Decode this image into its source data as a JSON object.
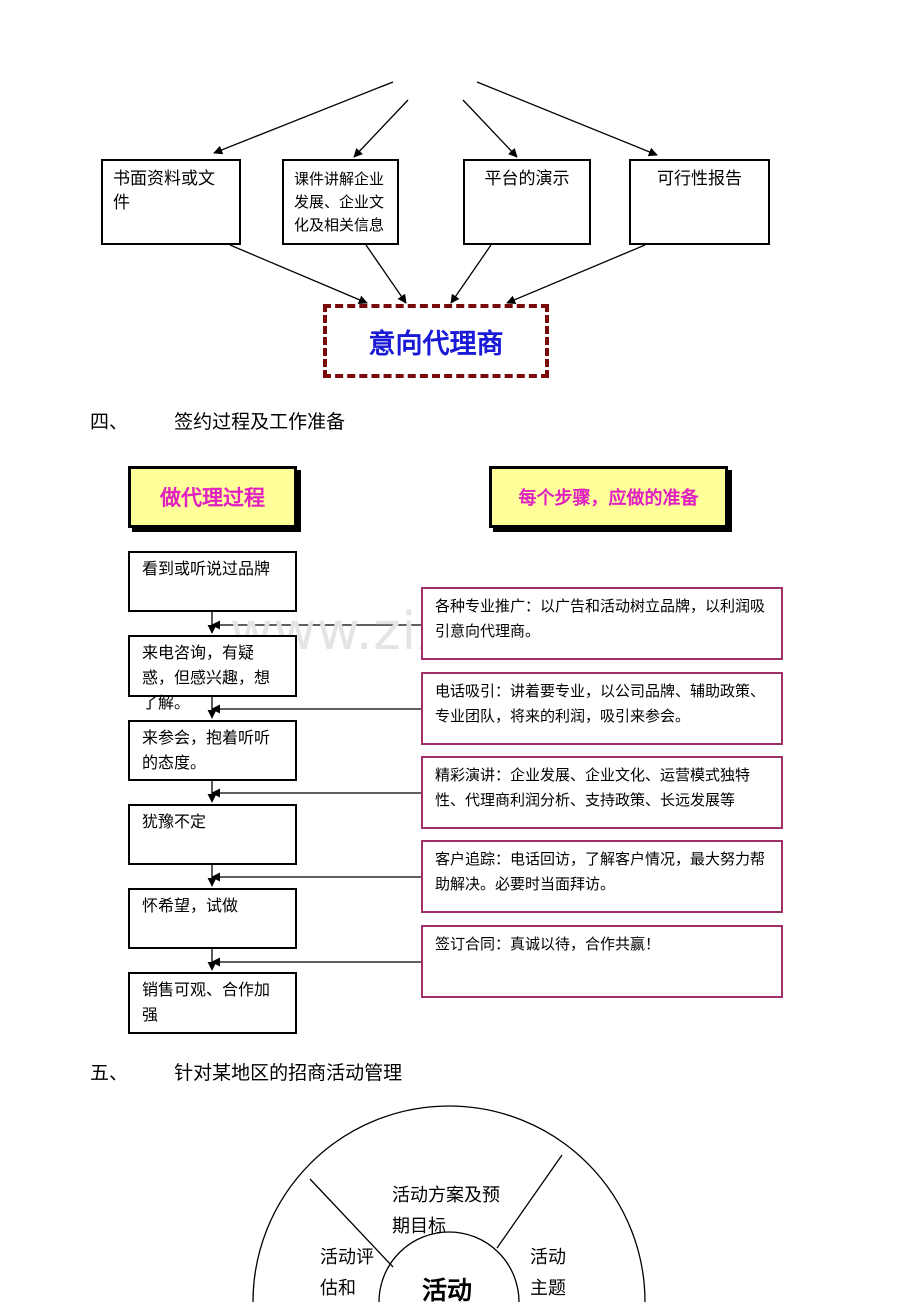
{
  "top_diagram": {
    "materials": [
      {
        "label": "书面资料或文件"
      },
      {
        "label": "课件讲解企业发展、企业文化及相关信息"
      },
      {
        "label": "平台的演示"
      },
      {
        "label": "可行性报告"
      }
    ],
    "target": "意向代理商"
  },
  "section4": {
    "number": "四、",
    "title": "签约过程及工作准备",
    "left_header": "做代理过程",
    "right_header": "每个步骤，应做的准备",
    "steps": [
      "看到或听说过品牌",
      "来电咨询，有疑惑，但感兴趣，想了解。",
      "来参会，抱着听听的态度。",
      "犹豫不定",
      "怀希望，试做",
      "销售可观、合作加强"
    ],
    "preparations": [
      "各种专业推广：以广告和活动树立品牌，以利润吸引意向代理商。",
      "电话吸引：讲着要专业，以公司品牌、辅助政策、专业团队，将来的利润，吸引来参会。",
      "精彩演讲：企业发展、企业文化、运营模式独特性、代理商利润分析、支持政策、长远发展等",
      "客户追踪：电话回访，了解客户情况，最大努力帮助解决。必要时当面拜访。",
      "签订合同：真诚以待，合作共赢！"
    ]
  },
  "watermark": "www.zixin.com.cn",
  "section5": {
    "number": "五、",
    "title": "针对某地区的招商活动管理",
    "wheel": {
      "top": "活动方案及预期目标",
      "left": "活动评估和",
      "right": "活动主题",
      "center": "活动"
    }
  },
  "colors": {
    "agent_text": "#1a1ad6",
    "agent_border": "#7a0a0a",
    "header_fill": "#ffff99",
    "header_text": "#e020c0",
    "prep_border": "#a0306a"
  }
}
